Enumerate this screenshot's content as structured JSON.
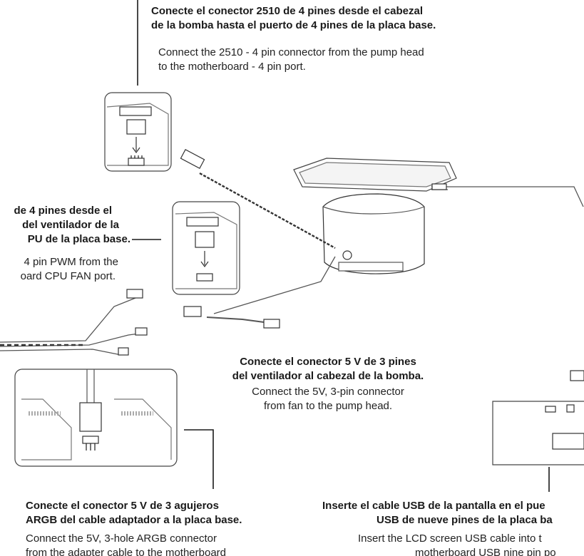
{
  "callouts": {
    "pump_to_motherboard": {
      "es": [
        "Conecte el conector 2510 de 4 pines desde el cabezal",
        "de la bomba hasta el puerto de 4 pines de la placa base."
      ],
      "en": [
        "Connect the 2510 - 4 pin connector from the pump head",
        "to the motherboard - 4 pin port."
      ]
    },
    "fan_pwm": {
      "es": [
        "de 4 pines desde el",
        "del ventilador de la",
        "PU de la placa base."
      ],
      "en": [
        "4 pin PWM from the",
        "oard CPU FAN port."
      ]
    },
    "fan_to_pump": {
      "es": [
        "Conecte el conector 5 V de 3 pines",
        "del ventilador al cabezal de la bomba."
      ],
      "en": [
        "Connect the 5V, 3-pin connector",
        "from fan to the pump head."
      ]
    },
    "argb": {
      "es": [
        "Conecte el conector 5 V de 3 agujeros",
        "ARGB del cable adaptador a la placa base."
      ],
      "en": [
        "Connect the 5V, 3-hole ARGB connector",
        "from the adapter cable to the motherboard"
      ]
    },
    "usb": {
      "es": [
        "Inserte el cable USB de la pantalla en el pue",
        "USB de nueve pines de la placa ba"
      ],
      "en": [
        "Insert the LCD screen USB cable into t",
        "motherboard USB nine pin po"
      ]
    }
  },
  "colors": {
    "line": "#1a1a1a",
    "cable": "#555555",
    "panel_stroke": "#444444"
  }
}
